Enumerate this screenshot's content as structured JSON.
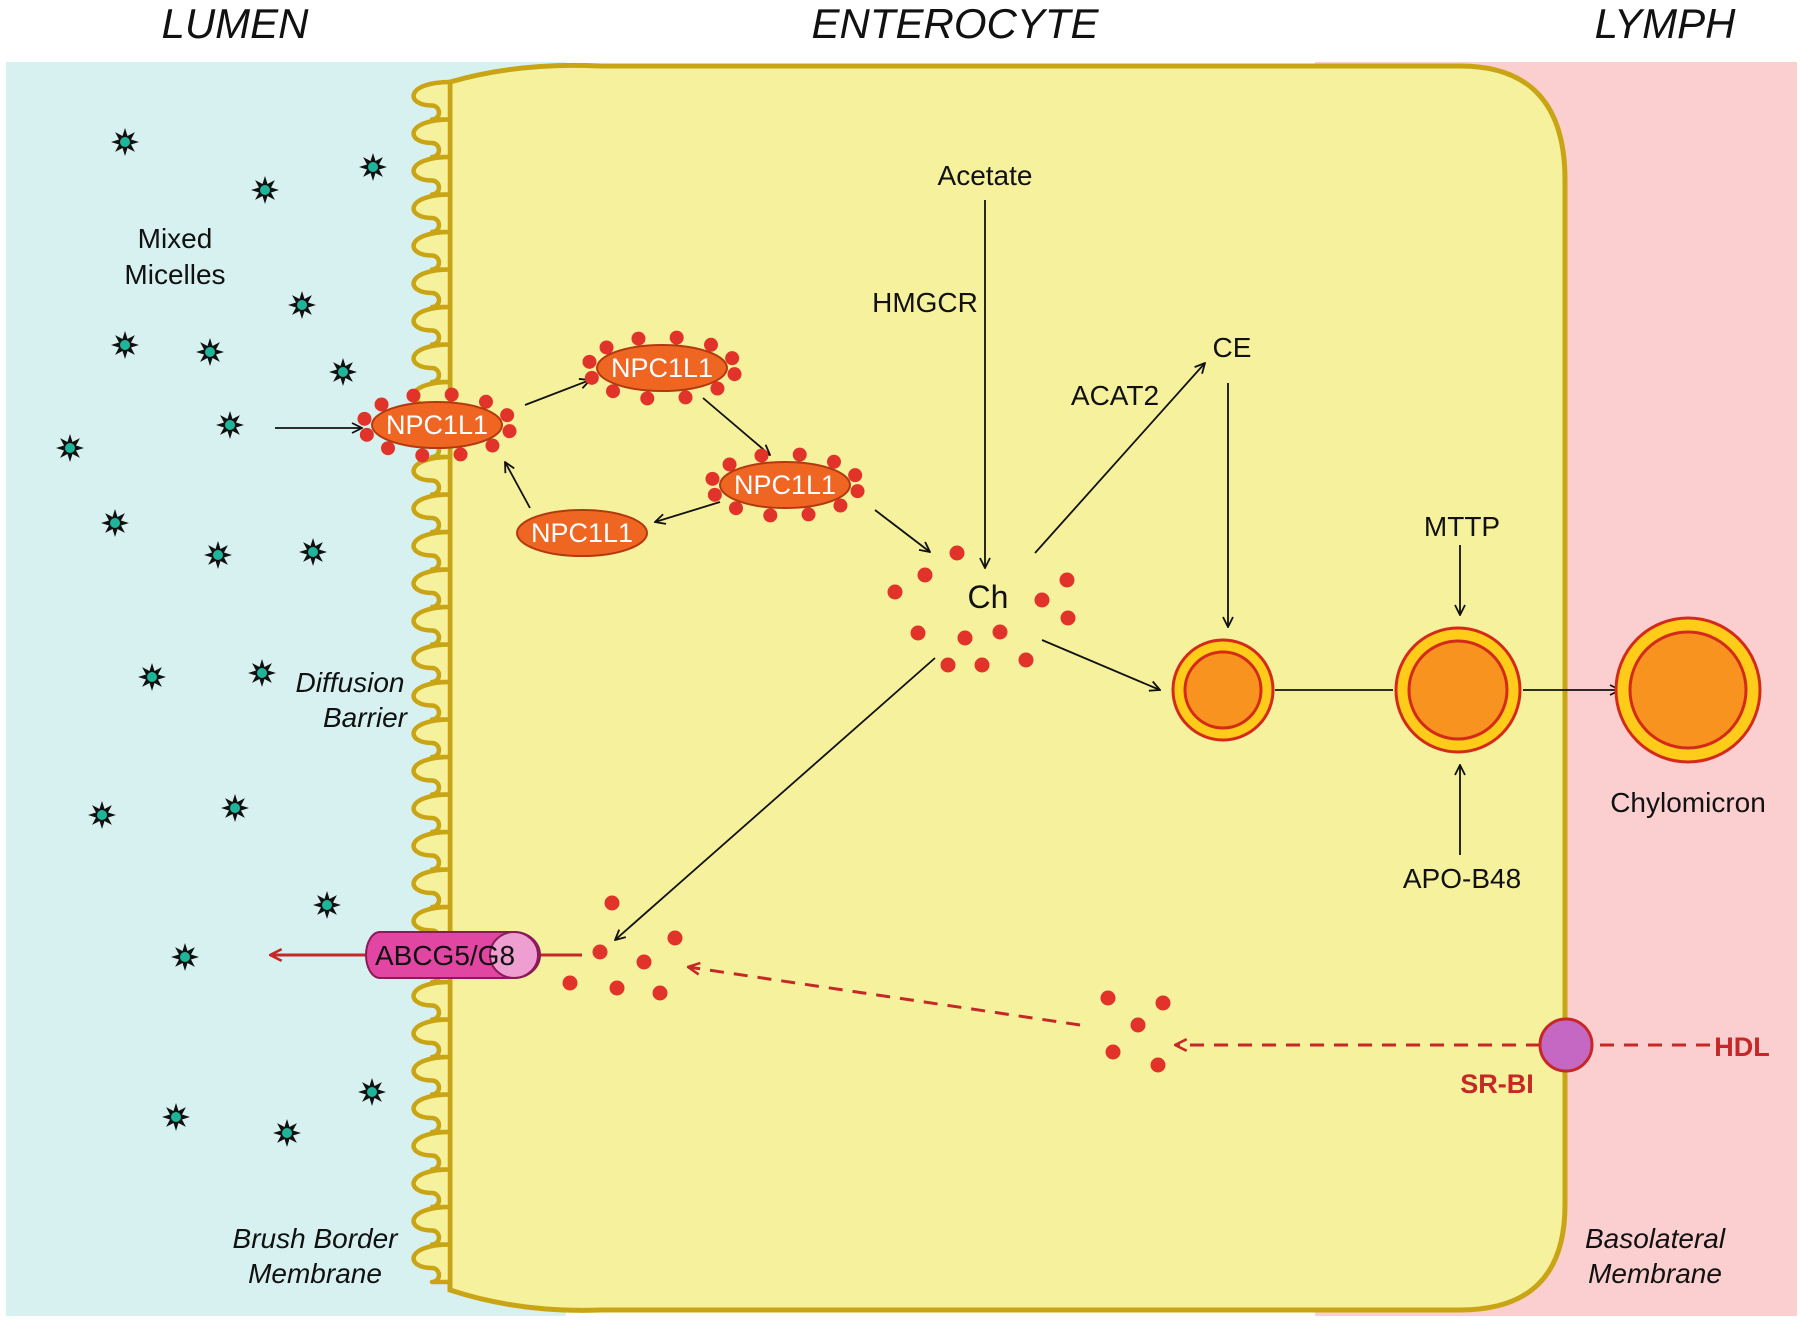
{
  "regions": {
    "lumen": "LUMEN",
    "enterocyte": "ENTEROCYTE",
    "lymph": "LYMPH"
  },
  "labels": {
    "mixed_micelles_1": "Mixed",
    "mixed_micelles_2": "Micelles",
    "diffusion_barrier_1": "Diffusion",
    "diffusion_barrier_2": "Barrier",
    "brush_border_1": "Brush Border",
    "brush_border_2": "Membrane",
    "basolateral_1": "Basolateral",
    "basolateral_2": "Membrane",
    "acetate": "Acetate",
    "hmgcr": "HMGCR",
    "acat2": "ACAT2",
    "ce": "CE",
    "ch": "Ch",
    "mttp": "MTTP",
    "apob48": "APO-B48",
    "chylomicron": "Chylomicron",
    "abcg5g8": "ABCG5/G8",
    "srbi": "SR-BI",
    "hdl": "HDL"
  },
  "npc1l1": [
    "NPC1L1",
    "NPC1L1",
    "NPC1L1",
    "NPC1L1"
  ],
  "colors": {
    "lumen_bg": "#d6f1f0",
    "lymph_bg": "#fbcfcf",
    "cell_fill": "#f6f19c",
    "cell_stroke": "#c9a516",
    "npc_fill": "#ef6622",
    "dot_red": "#e2332b",
    "orange": "#f7931e",
    "yellow_ring": "#ffcc1a",
    "abcg_fill": "#e046a2",
    "srbi_fill": "#c468c4",
    "star_fill": "#1fb59a",
    "arrow_red": "#c62828"
  }
}
